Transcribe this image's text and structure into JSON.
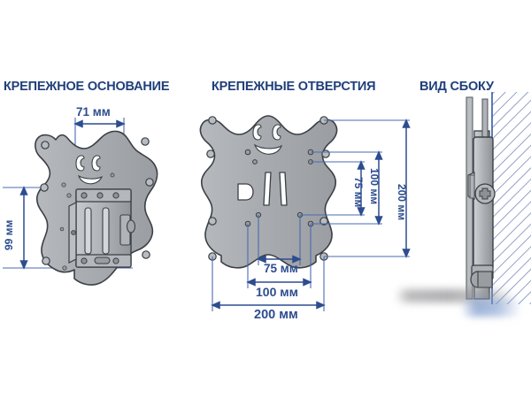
{
  "document": {
    "kind": "technical-diagram",
    "subject": "TV wall mount bracket",
    "language": "ru",
    "background_color": "#ffffff"
  },
  "colors": {
    "title_blue": "#1f3f7a",
    "dimension_blue": "#2d4d8f",
    "dimension_line": "#4a6bb0",
    "metal_fill": "#a8abaf",
    "metal_fill_light": "#c2c5c9",
    "metal_fill_dark": "#8d9094",
    "outline_dark": "#3a4045",
    "wall_hatch": "#7e93bf"
  },
  "panels": [
    {
      "id": "mounting-base",
      "title": "КРЕПЕЖНОЕ ОСНОВАНИЕ",
      "description": "Front view of the wall bracket with the tilting plate assembly attached"
    },
    {
      "id": "mounting-holes",
      "title": "КРЕПЕЖНЫЕ ОТВЕРСТИЯ",
      "description": "Bare back plate showing the VESA mounting hole pattern and slots"
    },
    {
      "id": "side-view",
      "title": "ВИД СБОКУ",
      "description": "Side profile of the bracket fixed against a hatched wall"
    }
  ],
  "dimensions": {
    "base": [
      {
        "id": "width-71",
        "value": "71 мм",
        "orientation": "horizontal",
        "axis": "width"
      },
      {
        "id": "height-99",
        "value": "99 мм",
        "orientation": "vertical",
        "axis": "height"
      }
    ],
    "holes_horizontal": [
      {
        "id": "h-75",
        "value": "75 мм"
      },
      {
        "id": "h-100",
        "value": "100 мм"
      },
      {
        "id": "h-200",
        "value": "200 мм"
      }
    ],
    "holes_vertical": [
      {
        "id": "v-75",
        "value": "75 мм"
      },
      {
        "id": "v-100",
        "value": "100 мм"
      },
      {
        "id": "v-200",
        "value": "200 мм"
      }
    ]
  },
  "watermark": {
    "present": true,
    "style": "blurred band, text unreadable"
  }
}
